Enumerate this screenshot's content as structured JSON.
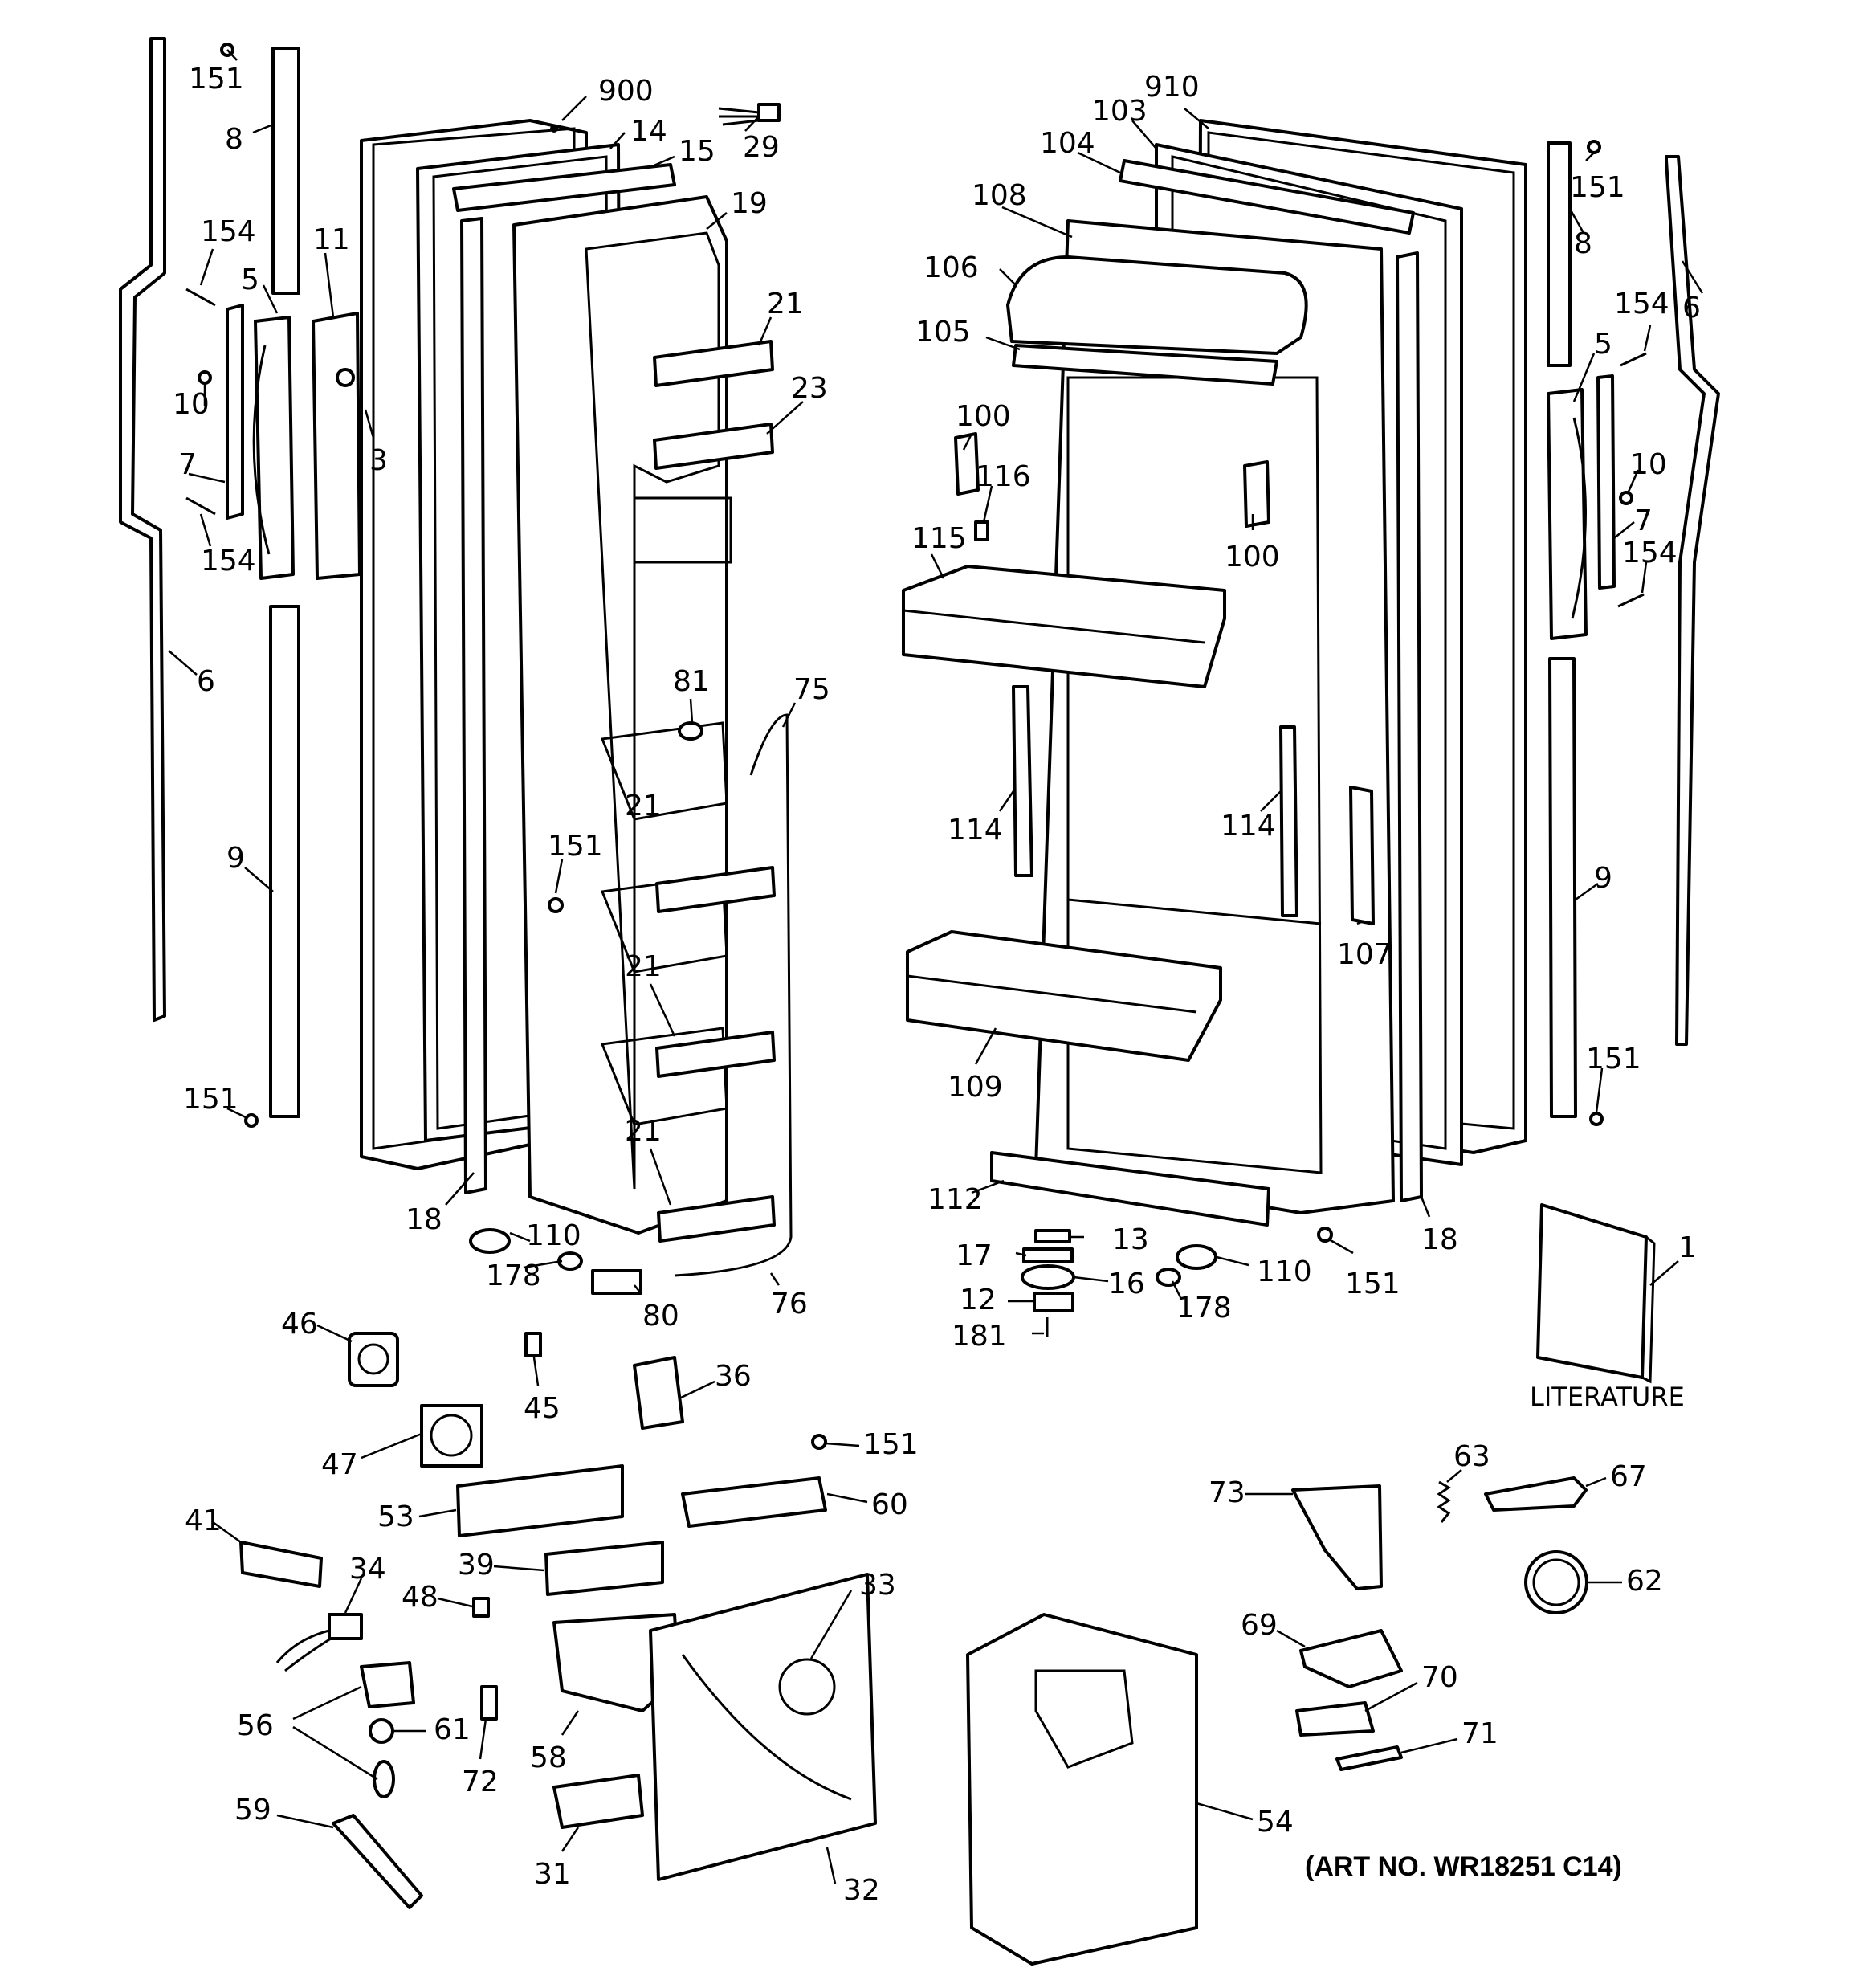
{
  "colors": {
    "ink": "#000000",
    "paper": "#ffffff"
  },
  "callouts": {
    "c151a": "151",
    "c8a": "8",
    "c900": "900",
    "c14": "14",
    "c15": "15",
    "c29": "29",
    "c19": "19",
    "c154a": "154",
    "c11": "11",
    "c5a": "5",
    "c21a": "21",
    "c10a": "10",
    "c23": "23",
    "c3": "3",
    "c7a": "7",
    "c154b": "154",
    "c6a": "6",
    "c81": "81",
    "c75": "75",
    "c151b": "151",
    "c9a": "9",
    "c21b": "21",
    "c21c": "21",
    "c151c": "151",
    "c21d": "21",
    "c18a": "18",
    "c110a": "110",
    "c178a": "178",
    "c80": "80",
    "c76": "76",
    "c910": "910",
    "c103": "103",
    "c104": "104",
    "c108": "108",
    "c106": "106",
    "c105": "105",
    "c100a": "100",
    "c116": "116",
    "c115": "115",
    "c100b": "100",
    "c114a": "114",
    "c114b": "114",
    "c107": "107",
    "c109": "109",
    "c112": "112",
    "c13": "13",
    "c17": "17",
    "c16": "16",
    "c12": "12",
    "c181": "181",
    "c110b": "110",
    "c178b": "178",
    "c151d": "151",
    "c18b": "18",
    "c151e": "151",
    "c8b": "8",
    "c6b": "6",
    "c154c": "154",
    "c5b": "5",
    "c10b": "10",
    "c7b": "7",
    "c154d": "154",
    "c9b": "9",
    "c151f": "151",
    "c1": "1",
    "c46": "46",
    "c45": "45",
    "c36": "36",
    "c47": "47",
    "c151g": "151",
    "c53": "53",
    "c60": "60",
    "c41": "41",
    "c39": "39",
    "c34": "34",
    "c48": "48",
    "c33": "33",
    "c56": "56",
    "c61": "61",
    "c58": "58",
    "c72": "72",
    "c59": "59",
    "c31": "31",
    "c32": "32",
    "c54": "54",
    "c73": "73",
    "c63": "63",
    "c67": "67",
    "c62": "62",
    "c69": "69",
    "c70": "70",
    "c71": "71"
  },
  "literature_label": "LITERATURE",
  "art_number": "(ART NO. WR18251 C14)"
}
